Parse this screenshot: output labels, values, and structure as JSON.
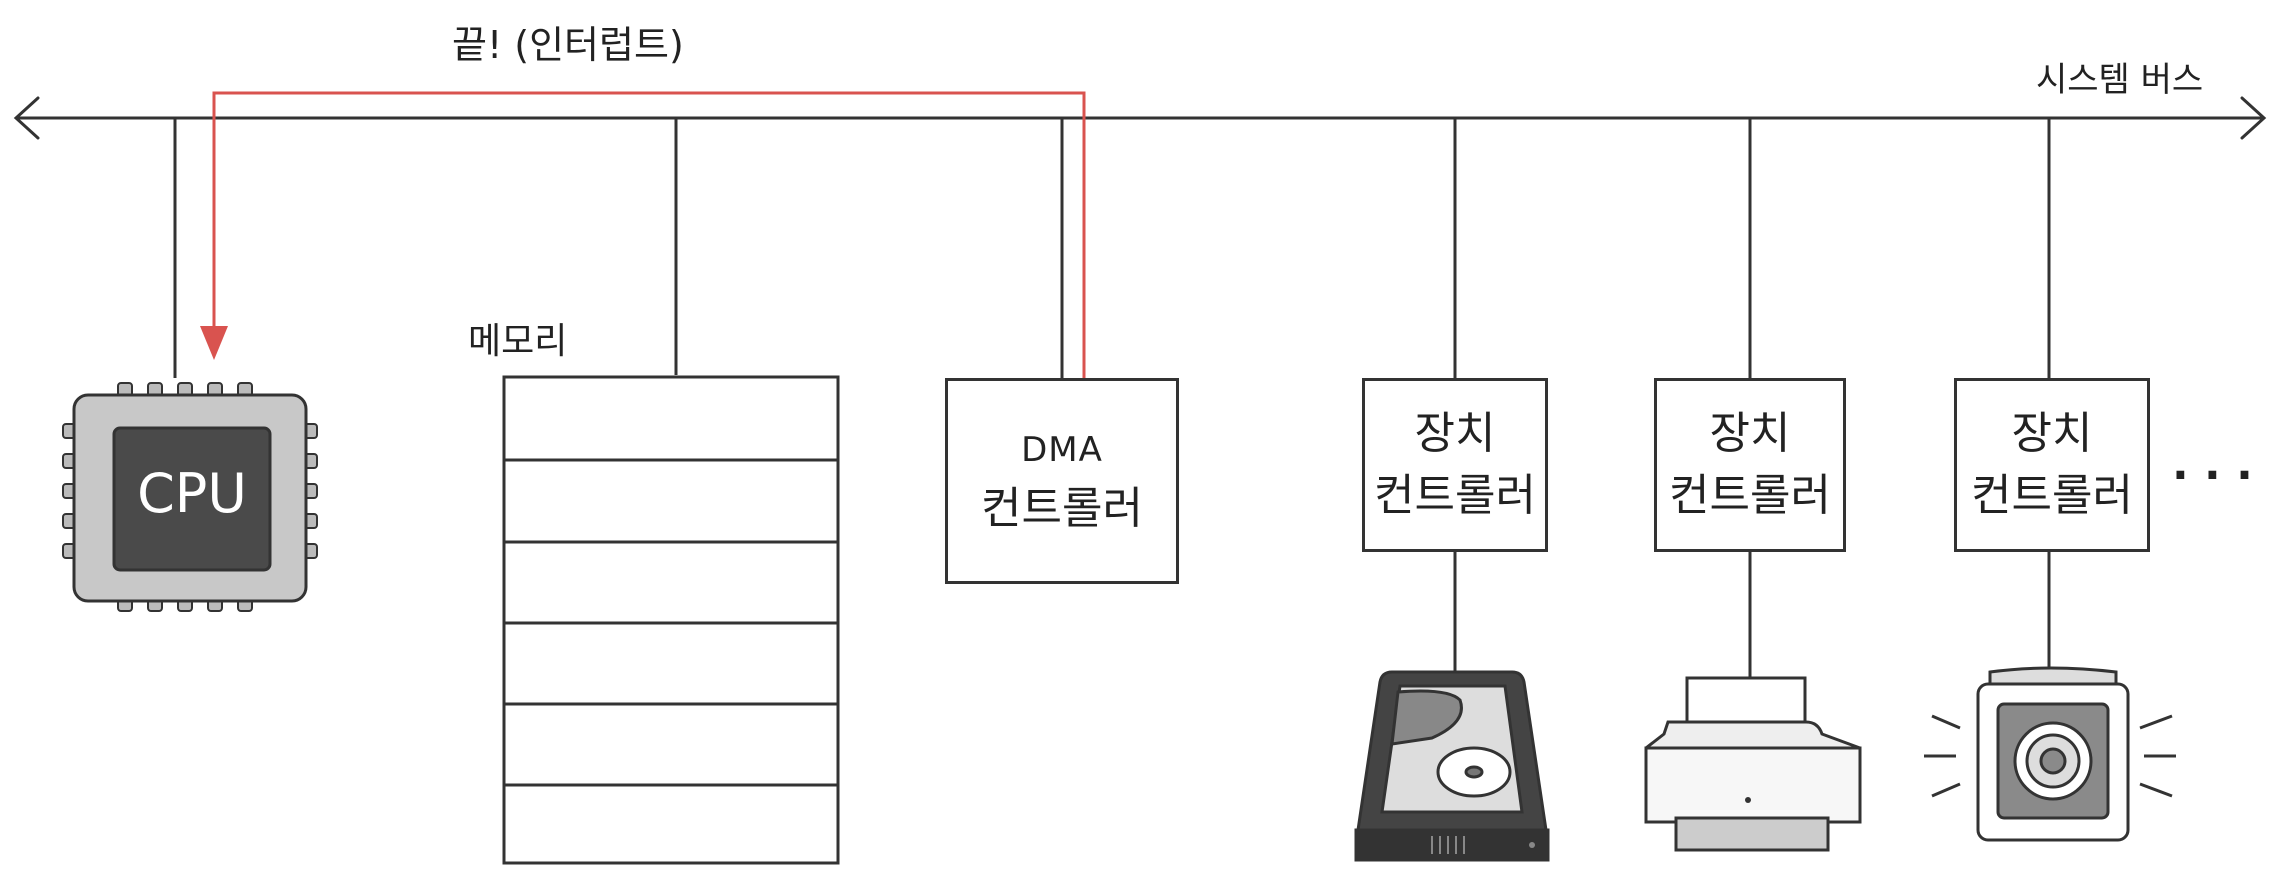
{
  "interrupt_label": "끝! (인터럽트)",
  "bus_label": "시스템 버스",
  "cpu_label": "CPU",
  "memory_label": "메모리",
  "dma_controller": {
    "line1": "DMA",
    "line2": "컨트롤러"
  },
  "device_controllers": [
    {
      "line1": "장치",
      "line2": "컨트롤러"
    },
    {
      "line1": "장치",
      "line2": "컨트롤러"
    },
    {
      "line1": "장치",
      "line2": "컨트롤러"
    }
  ],
  "more_label": "· · ·",
  "colors": {
    "interrupt_arrow": "#d9534f",
    "line": "#333333",
    "chip": "#c8c8c8",
    "chip_core": "#4a4a4a"
  },
  "devices": [
    "hard-disk-icon",
    "printer-icon",
    "speaker-icon"
  ]
}
